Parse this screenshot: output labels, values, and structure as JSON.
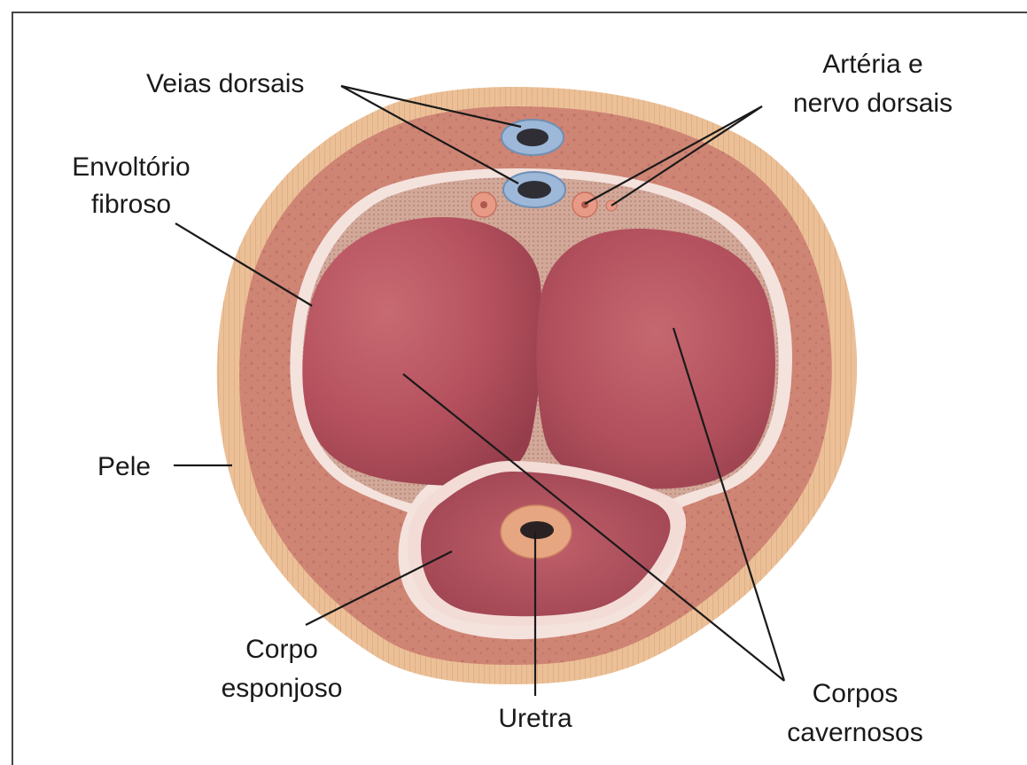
{
  "labels": {
    "veias_dorsais": "Veias dorsais",
    "arteria_line1": "Artéria e",
    "arteria_line2": "nervo dorsais",
    "envoltorio_line1": "Envoltório",
    "envoltorio_line2": "fibroso",
    "pele": "Pele",
    "corpo_esponjoso_line1": "Corpo",
    "corpo_esponjoso_line2": "esponjoso",
    "uretra": "Uretra",
    "corpos_cavernosos_line1": "Corpos",
    "corpos_cavernosos_line2": "cavernosos"
  },
  "colors": {
    "skin_outer": "#e8b98e",
    "subcutaneous": "#d98e7a",
    "fibrous_sheath": "#f3dcd6",
    "stroma": "#c99a88",
    "cavernous_body": "#b5525f",
    "spongy_body": "#b04e5a",
    "vein": "#9db8d8",
    "artery": "#e79a86",
    "urethra_ring": "#e7a682",
    "leader_line": "#1a1a1a"
  }
}
